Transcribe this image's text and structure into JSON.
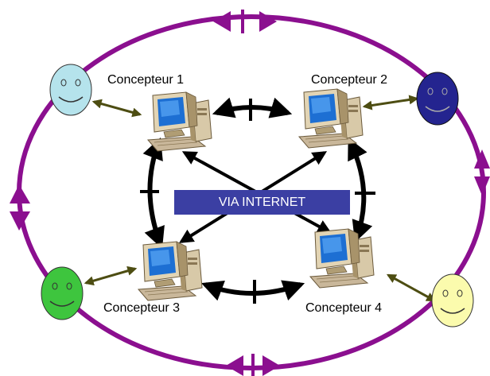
{
  "colors": {
    "ring": "#8b0f8f",
    "network_links": "#000000",
    "user_links": "#4d4d12",
    "banner_bg": "#3b3fa3",
    "banner_text": "#ffffff",
    "user1": "#b5e3ec",
    "user2": "#24248f",
    "user3": "#3ec53e",
    "user4": "#fbfbad"
  },
  "banner": {
    "text": "VIA INTERNET"
  },
  "designers": [
    {
      "label": "Concepteur 1",
      "user_icon": "smiley-face-icon",
      "computer_icon": "desktop-computer-icon"
    },
    {
      "label": "Concepteur 2",
      "user_icon": "smiley-face-icon",
      "computer_icon": "desktop-computer-icon"
    },
    {
      "label": "Concepteur 3",
      "user_icon": "smiley-face-icon",
      "computer_icon": "desktop-computer-icon"
    },
    {
      "label": "Concepteur 4",
      "user_icon": "smiley-face-icon",
      "computer_icon": "desktop-computer-icon"
    }
  ]
}
